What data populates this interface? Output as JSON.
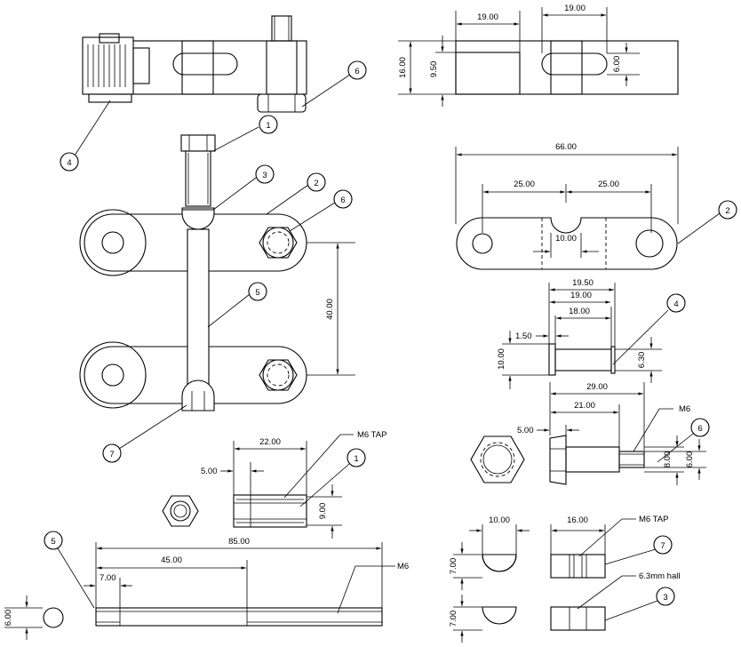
{
  "balloons": {
    "b1": "1",
    "b2": "2",
    "b3": "3",
    "b4": "4",
    "b5": "5",
    "b6": "6",
    "b7": "7"
  },
  "dimensions": {
    "top_block_w1": "19.00",
    "top_block_w2": "19.00",
    "top_block_h": "16.00",
    "top_block_h2": "9.50",
    "slot_h": "6.00",
    "link_total": "66.00",
    "link_left": "25.00",
    "link_right": "25.00",
    "link_notch": "10.00",
    "center_distance": "40.00",
    "pin_len_a": "19.50",
    "pin_len_b": "19.00",
    "pin_len_c": "18.00",
    "pin_head_t": "1.50",
    "pin_head_d": "10.00",
    "pin_shaft_d": "6.30",
    "bolt_len": "29.00",
    "bolt_shank": "21.00",
    "bolt_head": "5.00",
    "bolt_small_d": "8.00",
    "bolt_thread_d": "6.00",
    "spacer_len": "22.00",
    "spacer_head": "5.00",
    "spacer_d": "9.00",
    "rod_total": "85.00",
    "rod_mid": "45.00",
    "rod_end": "7.00",
    "rod_d": "6.00",
    "block_len": "10.00",
    "block_len2": "16.00",
    "block_h1": "7.00",
    "block_h2": "7.00"
  },
  "notes": {
    "m6": "M6",
    "m6_tap": "M6 TAP",
    "rod_m6": "M6",
    "m6_tap_b": "M6 TAP",
    "hole_note": "6.3mm hall"
  }
}
